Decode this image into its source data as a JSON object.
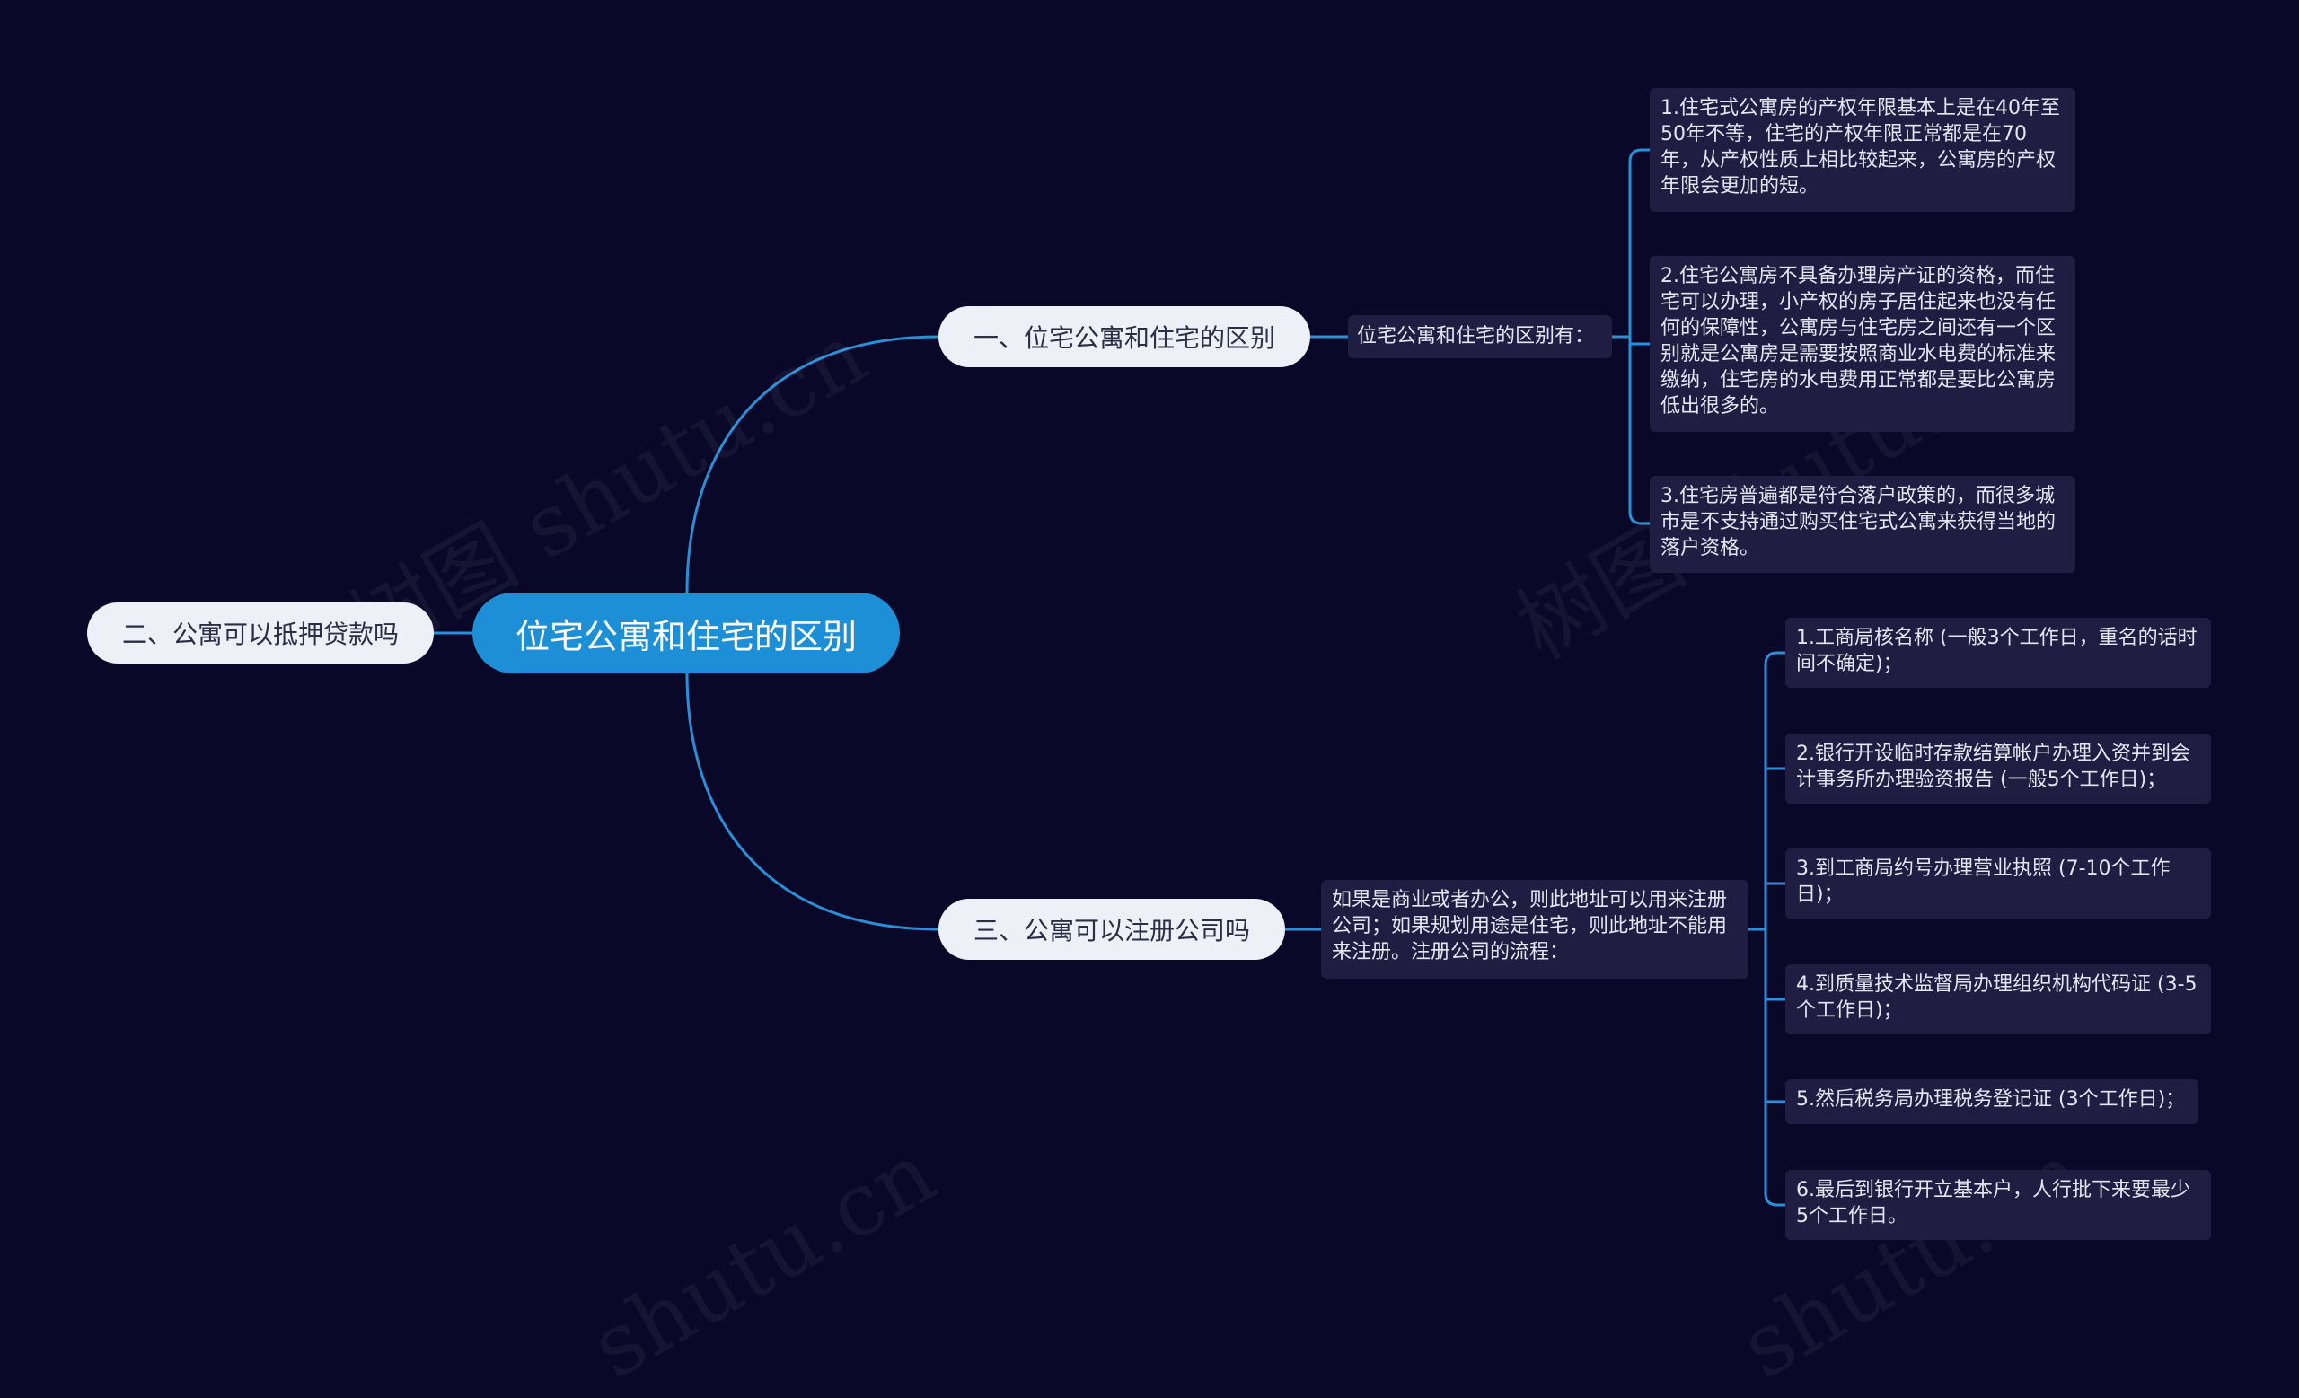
{
  "root": {
    "label": "位宅公寓和住宅的区别"
  },
  "branches": [
    {
      "label": "一、位宅公寓和住宅的区别"
    },
    {
      "label": "二、公寓可以抵押贷款吗"
    },
    {
      "label": "三、公寓可以注册公司吗"
    }
  ],
  "sub1": {
    "label": "位宅公寓和住宅的区别有："
  },
  "leaves1": [
    {
      "label": "1.住宅式公寓房的产权年限基本上是在40年至50年不等，住宅的产权年限正常都是在70年，从产权性质上相比较起来，公寓房的产权年限会更加的短。"
    },
    {
      "label": "2.住宅公寓房不具备办理房产证的资格，而住宅可以办理，小产权的房子居住起来也没有任何的保障性，公寓房与住宅房之间还有一个区别就是公寓房是需要按照商业水电费的标准来缴纳，住宅房的水电费用正常都是要比公寓房低出很多的。"
    },
    {
      "label": "3.住宅房普遍都是符合落户政策的，而很多城市是不支持通过购买住宅式公寓来获得当地的落户资格。"
    }
  ],
  "sub3": {
    "label": "如果是商业或者办公，则此地址可以用来注册公司；如果规划用途是住宅，则此地址不能用来注册。注册公司的流程："
  },
  "leaves3": [
    {
      "label": "1.工商局核名称 (一般3个工作日，重名的话时间不确定)；"
    },
    {
      "label": "2.银行开设临时存款结算帐户办理入资并到会计事务所办理验资报告 (一般5个工作日)；"
    },
    {
      "label": "3.到工商局约号办理营业执照 (7-10个工作日)；"
    },
    {
      "label": "4.到质量技术监督局办理组织机构代码证 (3-5个工作日)；"
    },
    {
      "label": "5.然后税务局办理税务登记证 (3个工作日)；"
    },
    {
      "label": "6.最后到银行开立基本户，人行批下来要最少5个工作日。"
    }
  ],
  "watermarks": [
    "树图 shutu.cn",
    "树图 shutu.cn",
    "shutu.cn",
    "shutu.cn"
  ],
  "colors": {
    "link": "#2a8fd6",
    "background": "#0a0829",
    "root": "#1d8fd6"
  }
}
